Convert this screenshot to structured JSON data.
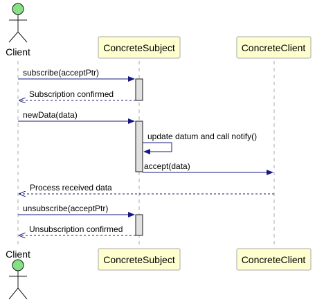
{
  "colors": {
    "actor_fill": "#84E184",
    "participant_fill": "#FEFECE",
    "participant_border": "#A8A8A8",
    "activation_fill": "#E0E0E0",
    "arrow": "#181880",
    "lifeline": "#A8A8A8",
    "text": "#000000"
  },
  "participants": {
    "client": "Client",
    "subject": "ConcreteSubject",
    "concrete_client": "ConcreteClient"
  },
  "messages": [
    {
      "label": "subscribe(acceptPtr)",
      "style": "solid"
    },
    {
      "label": "Subscription confirmed",
      "style": "dashed"
    },
    {
      "label": "newData(data)",
      "style": "solid"
    },
    {
      "label": "update datum and call notify()",
      "style": "self"
    },
    {
      "label": "accept(data)",
      "style": "solid"
    },
    {
      "label": "Process received data",
      "style": "dashed"
    },
    {
      "label": "unsubscribe(acceptPtr)",
      "style": "solid"
    },
    {
      "label": "Unsubscription confirmed",
      "style": "dashed"
    }
  ]
}
